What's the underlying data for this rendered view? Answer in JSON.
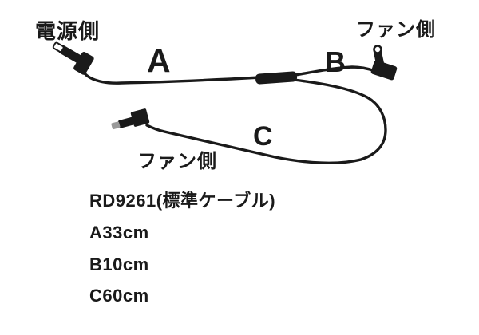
{
  "colors": {
    "ink": "#1a1a1a",
    "background": "#ffffff",
    "tip_metal": "#999999"
  },
  "diagram": {
    "power_side_label": "電源側",
    "fan_side_top_label": "ファン側",
    "fan_side_mid_label": "ファン側",
    "section_a": "A",
    "section_b": "B",
    "section_c": "C",
    "icons": {
      "power_plug": "l-shaped-dc-plug-icon",
      "fan_plug_top": "l-shaped-fan-plug-icon",
      "fan_plug_mid": "l-shaped-fan-plug-icon",
      "splitter": "cable-splitter-sleeve-icon"
    }
  },
  "specs": {
    "model": "RD9261(標準ケーブル)",
    "length_a": "A33cm",
    "length_b": "B10cm",
    "length_c": "C60cm"
  }
}
